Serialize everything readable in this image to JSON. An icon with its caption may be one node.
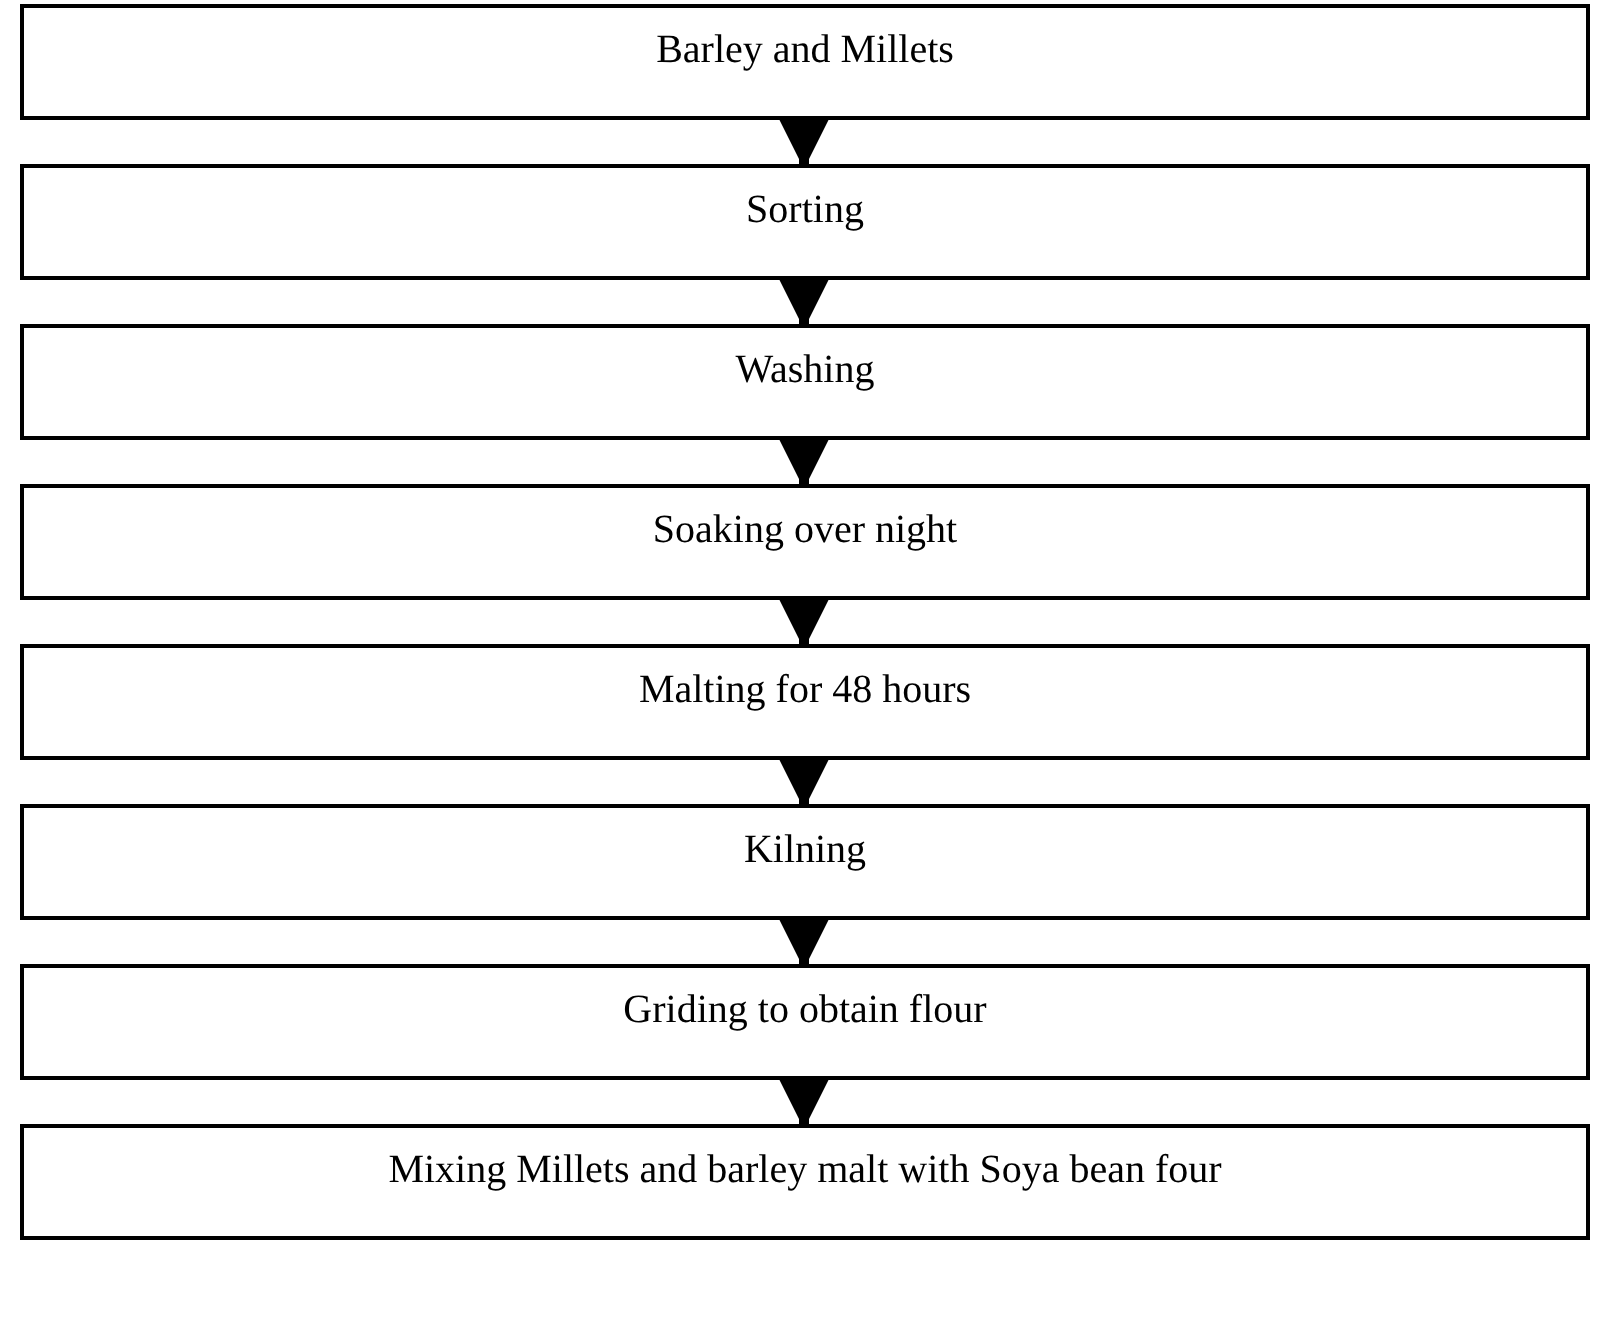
{
  "diagram": {
    "nodes": [
      {
        "text": [
          "Barley and Millets"
        ]
      },
      {
        "text": [
          "Sorting"
        ]
      },
      {
        "text": [
          "Washing"
        ]
      },
      {
        "text": [
          "Soaking over night"
        ]
      },
      {
        "text": [
          "Malting for 48 hours"
        ]
      },
      {
        "text": [
          "Kilning"
        ]
      },
      {
        "text": [
          "Griding to obtain flour"
        ]
      },
      {
        "text": [
          "Mixing Millets and barley malt with Soya bean four"
        ]
      }
    ],
    "edges": [
      {
        "from": 0,
        "to": 1,
        "arrow": "to"
      },
      {
        "from": 1,
        "to": 2,
        "arrow": "to"
      },
      {
        "from": 2,
        "to": 3,
        "arrow": "to"
      },
      {
        "from": 3,
        "to": 4,
        "arrow": "to"
      },
      {
        "from": 4,
        "to": 5,
        "arrow": "to"
      },
      {
        "from": 5,
        "to": 6,
        "arrow": "to"
      },
      {
        "from": 6,
        "to": 7,
        "arrow": "to"
      }
    ]
  }
}
